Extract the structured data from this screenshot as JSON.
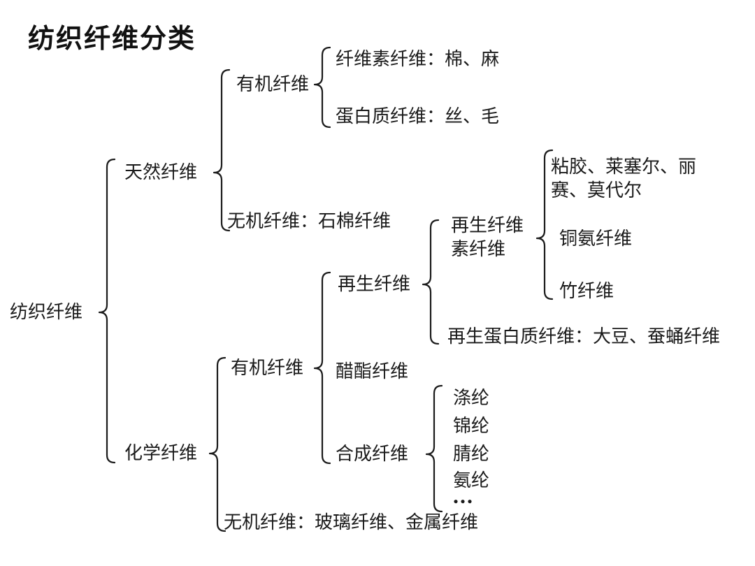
{
  "title": "纺织纤维分类",
  "colors": {
    "background": "#ffffff",
    "text": "#1a1a1a",
    "line": "#1a1a1a"
  },
  "tree": {
    "label": "纺织纤维",
    "children": [
      {
        "label": "天然纤维",
        "children": [
          {
            "label": "有机纤维",
            "children": [
              {
                "label": "纤维素纤维：棉、麻"
              },
              {
                "label": "蛋白质纤维：丝、毛"
              }
            ]
          },
          {
            "label": "无机纤维：石棉纤维"
          }
        ]
      },
      {
        "label": "化学纤维",
        "children": [
          {
            "label": "有机纤维",
            "children": [
              {
                "label": "再生纤维",
                "children": [
                  {
                    "label": "再生纤维素纤维",
                    "children": [
                      {
                        "label": "粘胶、莱塞尔、丽赛、莫代尔"
                      },
                      {
                        "label": "铜氨纤维"
                      },
                      {
                        "label": "竹纤维"
                      }
                    ]
                  },
                  {
                    "label": "再生蛋白质纤维：大豆、蚕蛹纤维"
                  }
                ]
              },
              {
                "label": "醋酯纤维"
              },
              {
                "label": "合成纤维",
                "children": [
                  {
                    "label": "涤纶"
                  },
                  {
                    "label": "锦纶"
                  },
                  {
                    "label": "腈纶"
                  },
                  {
                    "label": "氨纶"
                  },
                  {
                    "label": "..."
                  }
                ]
              }
            ]
          },
          {
            "label": "无机纤维：玻璃纤维、金属纤维"
          }
        ]
      }
    ]
  }
}
